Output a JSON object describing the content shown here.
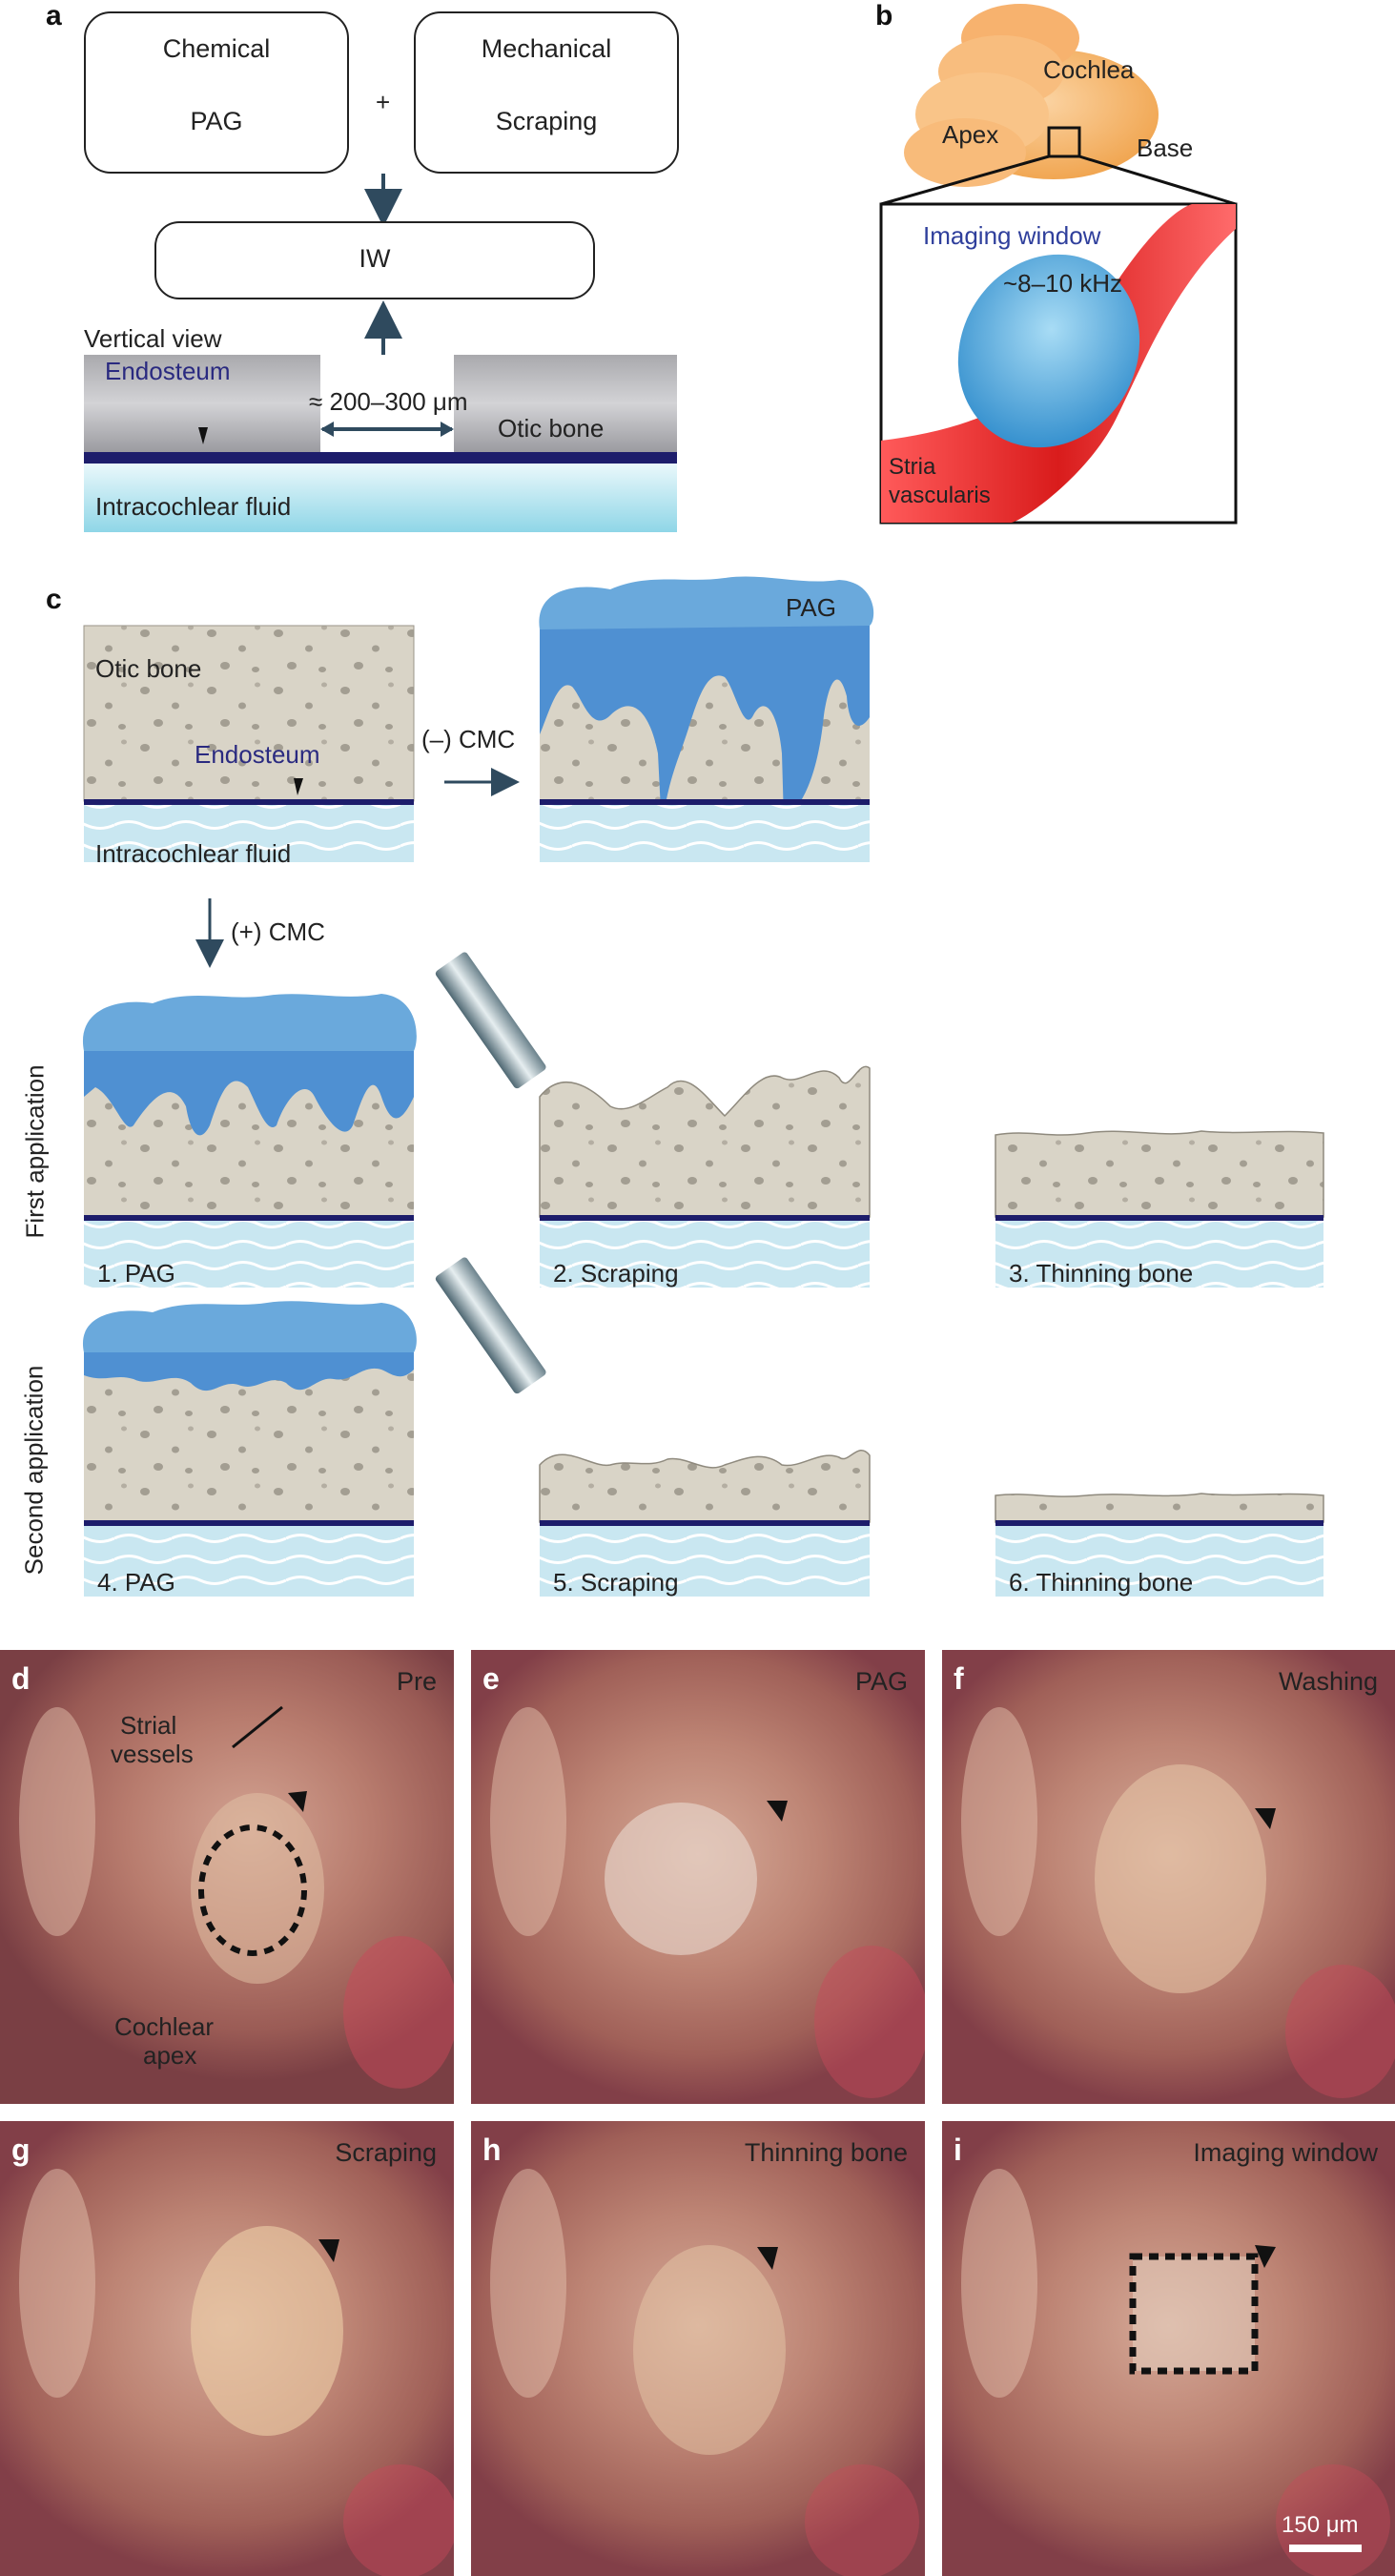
{
  "panel_a": {
    "letter": "a",
    "chemical_title": "Chemical",
    "chemical_sub": "PAG",
    "plus": "+",
    "mechanical_title": "Mechanical",
    "mechanical_sub": "Scraping",
    "iw_label": "IW",
    "vertical_view": "Vertical view",
    "endosteum": "Endosteum",
    "width_label": "≈ 200–300 μm",
    "otic_bone": "Otic bone",
    "intracochlear_fluid": "Intracochlear fluid"
  },
  "panel_b": {
    "letter": "b",
    "cochlea": "Cochlea",
    "apex": "Apex",
    "base": "Base",
    "imaging_window": "Imaging window",
    "frequency": "~8–10 kHz",
    "stria_line1": "Stria",
    "stria_line2": "vascularis"
  },
  "panel_c": {
    "letter": "c",
    "otic_bone": "Otic bone",
    "endosteum": "Endosteum",
    "intracochlear_fluid": "Intracochlear fluid",
    "minus_cmc": "(–) CMC",
    "plus_cmc": "(+) CMC",
    "pag": "PAG",
    "first_application": "First application",
    "second_application": "Second application",
    "steps": [
      "1. PAG",
      "2. Scraping",
      "3. Thinning bone",
      "4. PAG",
      "5. Scraping",
      "6. Thinning bone"
    ]
  },
  "photos": [
    {
      "letter": "d",
      "title": "Pre"
    },
    {
      "letter": "e",
      "title": "PAG"
    },
    {
      "letter": "f",
      "title": "Washing"
    },
    {
      "letter": "g",
      "title": "Scraping"
    },
    {
      "letter": "h",
      "title": "Thinning bone"
    },
    {
      "letter": "i",
      "title": "Imaging window"
    }
  ],
  "photo_d_labels": {
    "strial_line1": "Strial",
    "strial_line2": "vessels",
    "cochlear_line1": "Cochlear",
    "cochlear_line2": "apex"
  },
  "scale_bar": "150 μm",
  "colors": {
    "bone": "#d8d3c6",
    "gel": "#6aa9dc",
    "gel_dark": "#3f86c8",
    "endosteum": "#1d1d6b",
    "fluid": "#c4e8f2",
    "cochlea": "#f6b36a",
    "stria": "#e03b3b",
    "window": "#4aa3d8"
  }
}
